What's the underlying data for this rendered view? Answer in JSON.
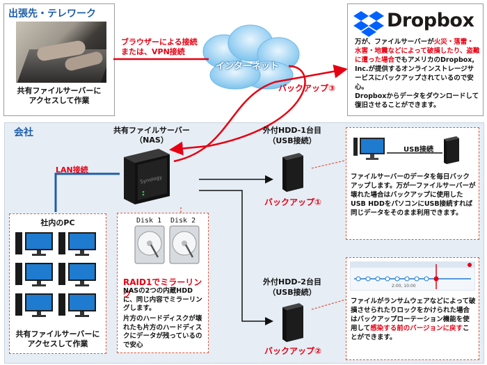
{
  "telework": {
    "title": "出張先・テレワーク",
    "caption_line1": "共有ファイルサーバーに",
    "caption_line2": "アクセスして作業"
  },
  "browser_link": {
    "line1": "ブラウザーによる接続",
    "line2": "または、VPN接続"
  },
  "internet": {
    "label": "インターネット"
  },
  "backup3": {
    "label": "バックアップ③"
  },
  "dropbox": {
    "logo_text": "Dropbox",
    "desc_p1": "万が、ファイルサーバーが",
    "desc_p1_red": "火災・落雷・水害・地震などによって破損したり、盗難に遭った場合",
    "desc_p1_tail": "でもアメリカのDropbox, Inc.が提供するオンラインストレージサービスにバックアップされているので安心。",
    "desc_p2": "Dropboxからデータをダウンロードして復旧させることができます。"
  },
  "company": {
    "title": "会社"
  },
  "nas": {
    "title_line1": "共有ファイルサーバー",
    "title_line2": "（NAS）",
    "brand": "Synology"
  },
  "lan": {
    "label": "LAN接続"
  },
  "office_pcs": {
    "title": "社内のPC",
    "caption_line1": "共有ファイルサーバーに",
    "caption_line2": "アクセスして作業"
  },
  "raid": {
    "disk1": "Disk 1",
    "disk2": "Disk 2",
    "title": "RAID1でミラーリング",
    "desc1": "NASの2つの内蔵HDDに、同じ内容でミラーリングします。",
    "desc2": "片方のハードディスクが壊れたも片方のハードディスクにデータが残っているので安心"
  },
  "hdd1": {
    "title_line1": "外付HDD-1台目",
    "title_line2": "（USB接続）",
    "backup_label": "バックアップ①",
    "usb_label": "USB接続",
    "desc": "ファイルサーバーのデータを毎日バックアップします。万が一ファイルサーバーが壊れた場合はバックアップに使用したUSB HDDをパソコンにUSB接続すれば同じデータをそのまま利用できます。"
  },
  "hdd2": {
    "title_line1": "外付HDD-2台目",
    "title_line2": "（USB接続）",
    "backup_label": "バックアップ②",
    "desc_pre": "ファイルがランサムウェアなどによって破損させられたりロックをかけられた場合はバックアップローテーション機能を使用して",
    "desc_red": "感染する前のバージョンに戻す",
    "desc_post": "ことができます。",
    "timeline_label": "2:00, 10:00"
  },
  "colors": {
    "accent_blue": "#1e5ea8",
    "link_red": "#e50012",
    "dash_border": "#e0553a",
    "company_bg": "#e6edf5",
    "dropbox_blue": "#0061fe"
  },
  "icons": [
    "laptop-photo",
    "cloud-icon",
    "dropbox-logo-icon",
    "nas-device-icon",
    "desktop-pc-icon",
    "hard-disk-icon",
    "external-hdd-icon",
    "timeline-icon"
  ]
}
